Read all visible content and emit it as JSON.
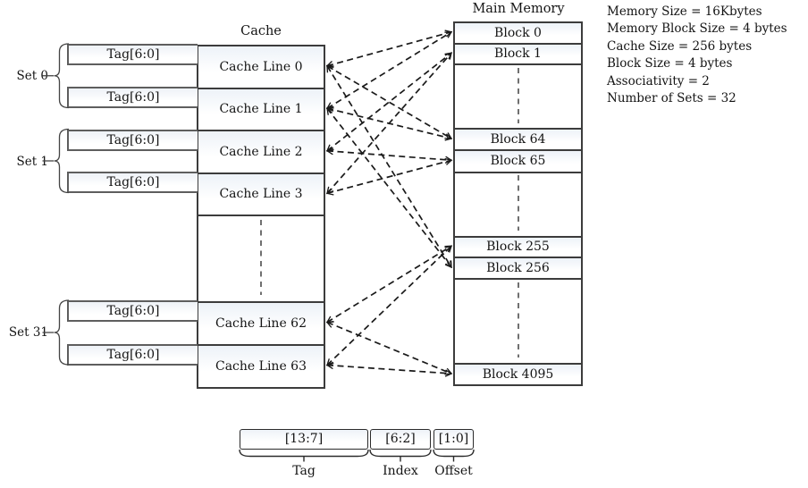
{
  "cache": {
    "title": "Cache",
    "tag_label": "Tag[6:0]",
    "lines": [
      "Cache Line 0",
      "Cache Line 1",
      "Cache Line 2",
      "Cache Line 3",
      "Cache Line 62",
      "Cache Line 63"
    ]
  },
  "sets": [
    {
      "label": "Set 0"
    },
    {
      "label": "Set 1"
    },
    {
      "label": "Set 31"
    }
  ],
  "memory": {
    "title": "Main Memory",
    "blocks": [
      "Block 0",
      "Block 1",
      "Block 64",
      "Block 65",
      "Block 255",
      "Block 256",
      "Block 4095"
    ]
  },
  "info_lines": [
    "Memory Size = 16Kbytes",
    "Memory Block Size = 4 bytes",
    "Cache Size = 256 bytes",
    "Block Size = 4 bytes",
    "Associativity = 2",
    "Number of Sets = 32"
  ],
  "address_fields": [
    {
      "bits": "[13:7]",
      "label": "Tag"
    },
    {
      "bits": "[6:2]",
      "label": "Index"
    },
    {
      "bits": "[1:0]",
      "label": "Offset"
    }
  ],
  "connections": [
    {
      "block": "Block 0",
      "cache_line": "Cache Line 0"
    },
    {
      "block": "Block 0",
      "cache_line": "Cache Line 1"
    },
    {
      "block": "Block 64",
      "cache_line": "Cache Line 0"
    },
    {
      "block": "Block 64",
      "cache_line": "Cache Line 1"
    },
    {
      "block": "Block 256",
      "cache_line": "Cache Line 0"
    },
    {
      "block": "Block 256",
      "cache_line": "Cache Line 1"
    },
    {
      "block": "Block 1",
      "cache_line": "Cache Line 2"
    },
    {
      "block": "Block 1",
      "cache_line": "Cache Line 3"
    },
    {
      "block": "Block 65",
      "cache_line": "Cache Line 2"
    },
    {
      "block": "Block 65",
      "cache_line": "Cache Line 3"
    },
    {
      "block": "Block 255",
      "cache_line": "Cache Line 62"
    },
    {
      "block": "Block 255",
      "cache_line": "Cache Line 63"
    },
    {
      "block": "Block 4095",
      "cache_line": "Cache Line 62"
    },
    {
      "block": "Block 4095",
      "cache_line": "Cache Line 63"
    }
  ],
  "colors": {
    "box_border": "#3c3c3c",
    "tag_border": "#5e5e5e",
    "dashed_line": "#1a1a1a",
    "brace": "#444444"
  }
}
